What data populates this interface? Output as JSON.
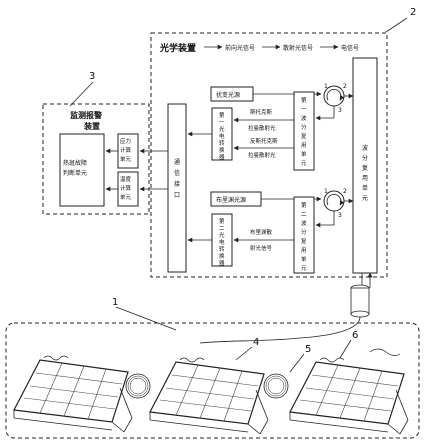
{
  "labels": {
    "n1": "1",
    "n2": "2",
    "n3": "3",
    "n4": "4",
    "n5": "5",
    "n6": "6"
  },
  "optical": {
    "title": "光学装置",
    "legend_forward": "前向光信号",
    "legend_scatter": "散射光信号",
    "legend_electric": "电信号",
    "pump_source": "扰变光源",
    "pump_source_2": "布里渊光源",
    "wdm_1": [
      "第",
      "一",
      "波",
      "分",
      "复",
      "用",
      "单",
      "元"
    ],
    "wdm_2": [
      "第",
      "二",
      "波",
      "分",
      "复",
      "用",
      "单",
      "元"
    ],
    "det_1": [
      "第",
      "一",
      "光",
      "电",
      "转",
      "换",
      "器"
    ],
    "det_2": [
      "第",
      "二",
      "光",
      "电",
      "转",
      "换",
      "器"
    ],
    "sig_1a": "斯托克斯",
    "sig_1b": "拉曼散射光",
    "sig_1c": "反斯托克斯",
    "sig_1d": "拉曼散射光",
    "sig_2a": "布里渊散",
    "sig_2b": "射光信号",
    "comm_bus": [
      "通",
      "信",
      "接",
      "口"
    ],
    "wavesplit": [
      "波",
      "分",
      "复",
      "用",
      "单",
      "元"
    ],
    "port_1": "1",
    "port_2": "2",
    "port_3": "3"
  },
  "monitor": {
    "title_a": "监测报警",
    "title_b": "装置",
    "hotspot": [
      "热斑故障",
      "判断单元"
    ],
    "stress": [
      "应力",
      "计算",
      "单元"
    ],
    "temp": [
      "温度",
      "计算",
      "单元"
    ]
  }
}
